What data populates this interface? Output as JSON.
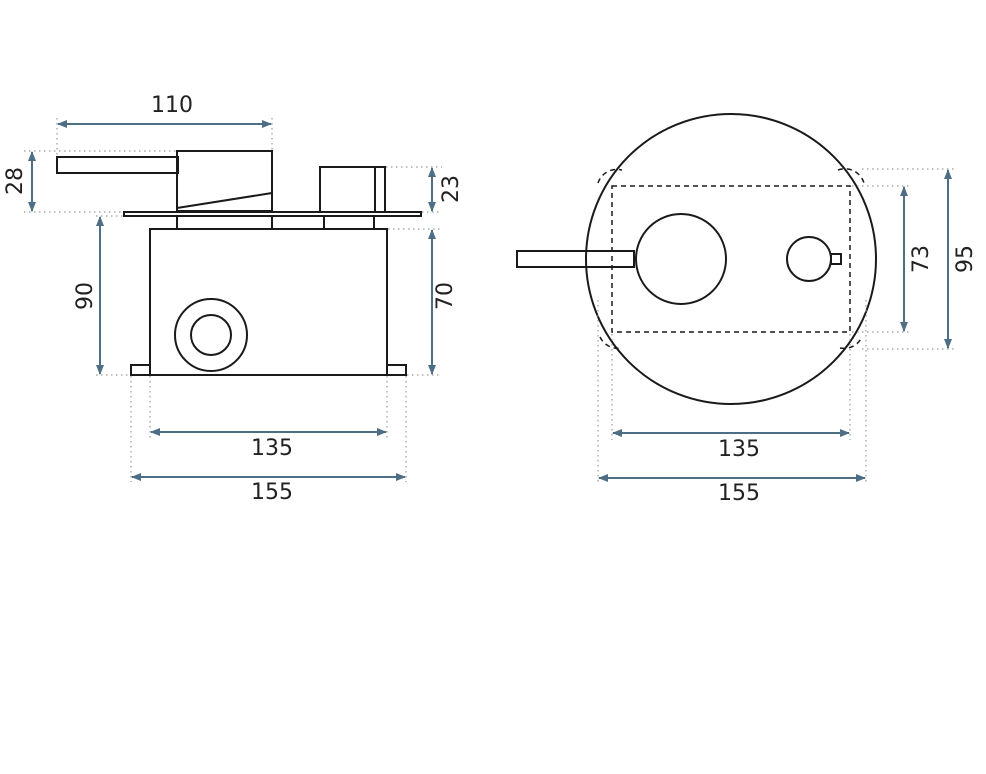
{
  "colors": {
    "background": "#ffffff",
    "outline": "#1a1a1a",
    "dimension_line": "#4e6e86",
    "extension_line": "#9a9a9a",
    "text": "#222222"
  },
  "side_view": {
    "dimensions": {
      "lever_length": "110",
      "handle_height": "28",
      "knob_height": "23",
      "body_height_total": "90",
      "box_height": "70",
      "box_width": "135",
      "overall_width": "155"
    }
  },
  "front_view": {
    "dimensions": {
      "inner_height": "73",
      "outer_height": "95",
      "inner_width": "135",
      "outer_width": "155"
    }
  }
}
